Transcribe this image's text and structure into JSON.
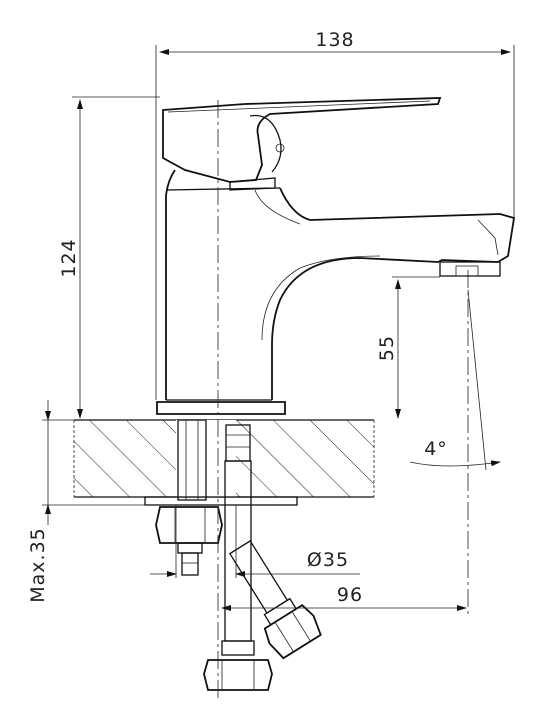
{
  "dimensions": {
    "width": "138",
    "height": "124",
    "spout_height": "55",
    "angle": "4°",
    "hole_diameter": "Ø35",
    "spout_reach": "96",
    "max_thickness": "Max.35"
  },
  "colors": {
    "line": "#111111",
    "background": "#ffffff"
  }
}
